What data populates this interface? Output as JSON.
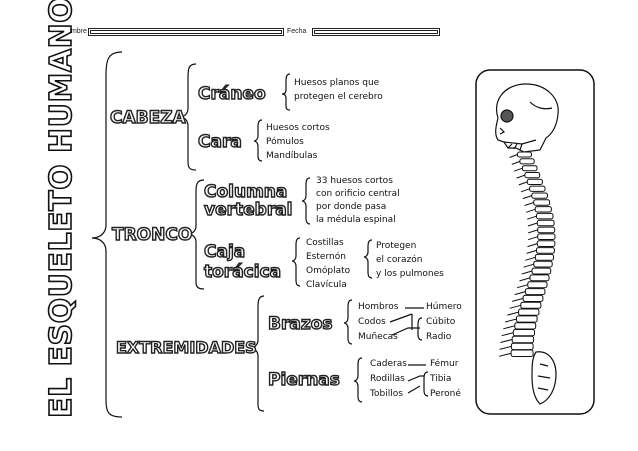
{
  "header": {
    "name_label": "Nombre",
    "date_label": "Fecha"
  },
  "title": "EL ESQUELETO HUMANO",
  "sections": {
    "cabeza": "CABEZA",
    "craneo": "Cráneo",
    "craneo_desc": [
      "Huesos planos que",
      "protegen el cerebro"
    ],
    "cara": "Cara",
    "cara_desc": [
      "Huesos cortos",
      "Pómulos",
      "Mandíbulas"
    ],
    "tronco": "TRONCO",
    "columna_1": "Columna",
    "columna_2": "vertebral",
    "columna_desc": [
      "33 huesos cortos",
      "con orificio central",
      "por donde pasa",
      "la médula espinal"
    ],
    "caja_1": "Caja",
    "caja_2": "torácica",
    "caja_bones": [
      "Costillas",
      "Esternón",
      "Omóplato",
      "Clavícula"
    ],
    "caja_desc": [
      "Protegen",
      "el corazón",
      "y los pulmones"
    ],
    "extremidades": "EXTREMIDADES",
    "brazos": "Brazos",
    "brazos_joints": [
      "Hombros",
      "Codos",
      "Muñecas"
    ],
    "brazos_bones": [
      "Húmero",
      "Cúbito",
      "Radio"
    ],
    "piernas": "Piernas",
    "piernas_joints": [
      "Caderas",
      "Rodillas",
      "Tobillos"
    ],
    "piernas_bones": [
      "Fémur",
      "Tibia",
      "Peroné"
    ]
  }
}
